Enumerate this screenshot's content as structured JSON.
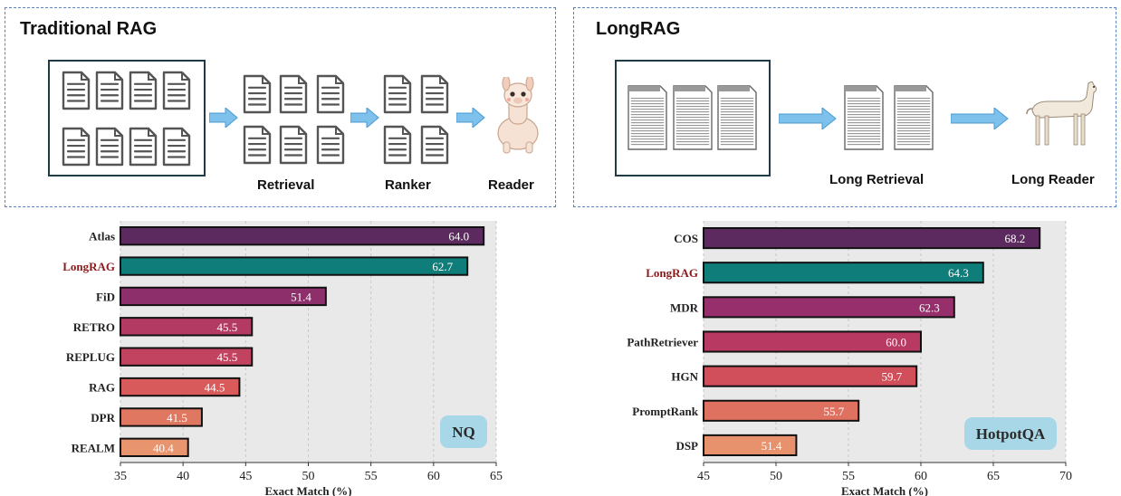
{
  "left_panel": {
    "title": "Traditional RAG",
    "stages": [
      "Retrieval",
      "Ranker",
      "Reader"
    ]
  },
  "right_panel": {
    "title": "LongRAG",
    "stages": [
      "Long Retrieval",
      "Long Reader"
    ]
  },
  "colors": {
    "panel_border": "#5b84c4",
    "arrow": "#7ec1ec",
    "grid_bg": "#e9e9e9",
    "highlight_label": "#8b1a1a",
    "longrag_bar": "#0f7d79",
    "dataset_badge": "#a8d8e8"
  },
  "chart_data": [
    {
      "type": "bar",
      "orientation": "horizontal",
      "title": "",
      "dataset": "NQ",
      "xlabel": "Exact Match (%)",
      "ylabel": "",
      "xlim": [
        35,
        65
      ],
      "xticks": [
        "35",
        "40",
        "45",
        "50",
        "55",
        "60",
        "65"
      ],
      "grid": true,
      "categories": [
        "Atlas",
        "LongRAG",
        "FiD",
        "RETRO",
        "REPLUG",
        "RAG",
        "DPR",
        "REALM"
      ],
      "values": [
        64.0,
        62.7,
        51.4,
        45.5,
        45.5,
        44.5,
        41.5,
        40.4
      ],
      "labels": [
        "64.0",
        "62.7",
        "51.4",
        "45.5",
        "45.5",
        "44.5",
        "41.5",
        "40.4"
      ],
      "colors": [
        "#5c2a5e",
        "#0f7d79",
        "#8c2f6b",
        "#b23a63",
        "#c2435f",
        "#d85a5b",
        "#e07861",
        "#e8946f"
      ],
      "highlight": "LongRAG"
    },
    {
      "type": "bar",
      "orientation": "horizontal",
      "title": "",
      "dataset": "HotpotQA",
      "xlabel": "Exact Match (%)",
      "ylabel": "",
      "xlim": [
        45,
        70
      ],
      "xticks": [
        "45",
        "50",
        "55",
        "60",
        "65",
        "70"
      ],
      "grid": true,
      "categories": [
        "COS",
        "LongRAG",
        "MDR",
        "PathRetriever",
        "HGN",
        "PromptRank",
        "DSP"
      ],
      "values": [
        68.2,
        64.3,
        62.3,
        60.0,
        59.7,
        55.7,
        51.4
      ],
      "labels": [
        "68.2",
        "64.3",
        "62.3",
        "60.0",
        "59.7",
        "55.7",
        "51.4"
      ],
      "colors": [
        "#5c2a5e",
        "#0f7d79",
        "#962f6b",
        "#b83a63",
        "#d04f5b",
        "#df7160",
        "#e8926d"
      ],
      "highlight": "LongRAG"
    }
  ]
}
